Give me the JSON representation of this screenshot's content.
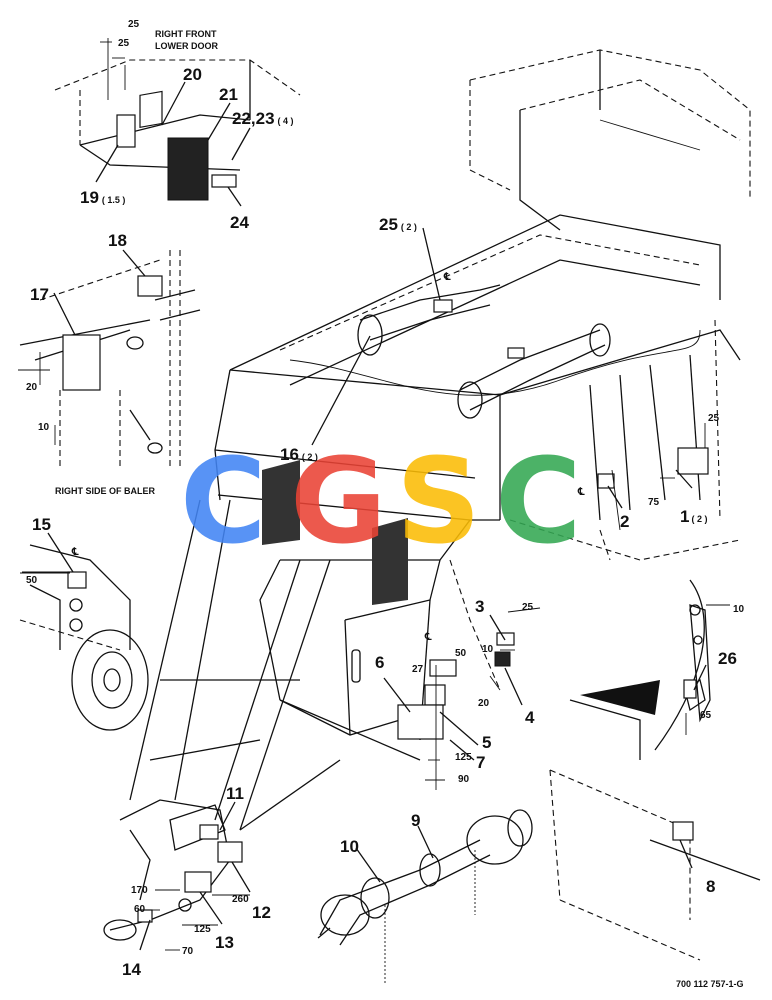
{
  "captions": {
    "door_line1": "RIGHT FRONT",
    "door_line2": "LOWER DOOR",
    "side": "RIGHT SIDE OF BALER"
  },
  "callouts": [
    {
      "n": "1",
      "q": "( 2 )"
    },
    {
      "n": "2",
      "q": ""
    },
    {
      "n": "3",
      "q": ""
    },
    {
      "n": "4",
      "q": ""
    },
    {
      "n": "5",
      "q": ""
    },
    {
      "n": "6",
      "q": ""
    },
    {
      "n": "7",
      "q": ""
    },
    {
      "n": "8",
      "q": ""
    },
    {
      "n": "9",
      "q": ""
    },
    {
      "n": "10",
      "q": ""
    },
    {
      "n": "11",
      "q": ""
    },
    {
      "n": "12",
      "q": ""
    },
    {
      "n": "13",
      "q": ""
    },
    {
      "n": "14",
      "q": ""
    },
    {
      "n": "15",
      "q": ""
    },
    {
      "n": "16",
      "q": "( 2 )"
    },
    {
      "n": "17",
      "q": ""
    },
    {
      "n": "18",
      "q": ""
    },
    {
      "n": "19",
      "q": "( 1.5 )"
    },
    {
      "n": "20",
      "q": ""
    },
    {
      "n": "21",
      "q": ""
    },
    {
      "n": "22,23",
      "q": "( 4 )"
    },
    {
      "n": "24",
      "q": ""
    },
    {
      "n": "25",
      "q": "( 2 )"
    },
    {
      "n": "26",
      "q": ""
    }
  ],
  "dimensions": [
    "25",
    "25",
    "20",
    "10",
    "50",
    "25",
    "75",
    "25",
    "10",
    "20",
    "27",
    "50",
    "125",
    "90",
    "10",
    "65",
    "170",
    "60",
    "125",
    "70",
    "260"
  ],
  "centerline_symbol": "℄",
  "watermark": {
    "letters": [
      "C",
      "G",
      "S",
      "C"
    ],
    "colors": [
      "#4285F4",
      "#EA4335",
      "#FBBC05",
      "#34A853"
    ]
  },
  "drawing_number": "700 112 757-1-G"
}
